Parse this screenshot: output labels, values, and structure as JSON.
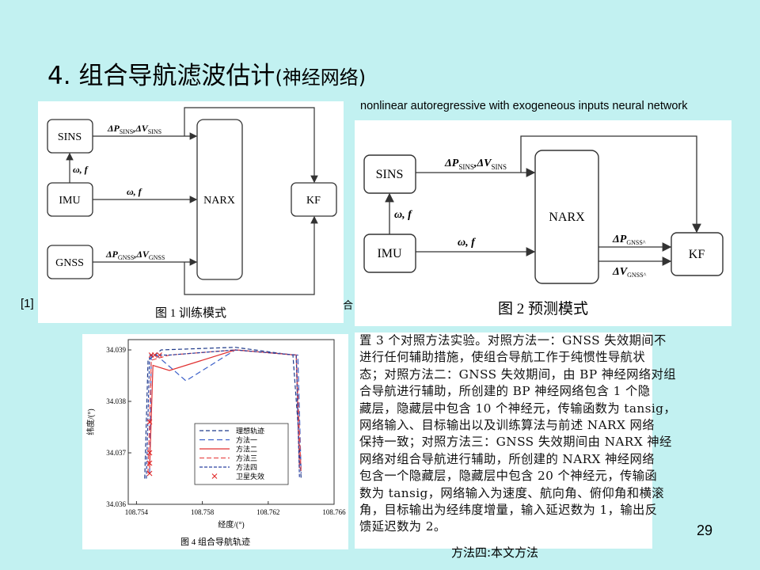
{
  "slide": {
    "title_main": "4. 组合导航滤波估计",
    "title_paren": "(神经网络)",
    "caption_en": "nonlinear autoregressive with exogeneous inputs neural network",
    "ref_label": "[1]",
    "ref_tail": "合",
    "page_number": "29",
    "footnote": "方法四:本文方法"
  },
  "fig1": {
    "caption": "图 1   训练模式",
    "boxes": {
      "sins": "SINS",
      "imu": "IMU",
      "gnss": "GNSS",
      "narx": "NARX",
      "kf": "KF"
    },
    "labels": {
      "sins_out_main": "ΔP",
      "sins_out_sub1": "SINS",
      "sins_out_mid": ",ΔV",
      "sins_out_sub2": "SINS",
      "imu_sins": "ω, f",
      "imu_narx": "ω, f",
      "gnss_out_main": "ΔP",
      "gnss_out_sub1": "GNSS",
      "gnss_out_mid": ",ΔV",
      "gnss_out_sub2": "GNSS"
    }
  },
  "fig2": {
    "caption": "图 2   预测模式",
    "boxes": {
      "sins": "SINS",
      "imu": "IMU",
      "narx": "NARX",
      "kf": "KF"
    },
    "labels": {
      "sins_out_main": "ΔP",
      "sins_out_sub1": "SINS",
      "sins_out_mid": ",ΔV",
      "sins_out_sub2": "SINS",
      "imu_sins": "ω, f",
      "imu_narx": "ω, f",
      "narx_p_main": "ΔP",
      "narx_p_sub": "GNSS^",
      "narx_v_main": "ΔV",
      "narx_v_sub": "GNSS^"
    }
  },
  "fig4": {
    "caption": "图 4   组合导航轨迹",
    "legend": [
      "理想轨迹",
      "方法一",
      "方法二",
      "方法三",
      "方法四",
      "卫星失效"
    ]
  },
  "chart_data": {
    "type": "line",
    "title": "",
    "xlabel": "经度/(°)",
    "ylabel": "纬度/(°)",
    "xlim": [
      108.7535,
      108.766
    ],
    "ylim": [
      34.036,
      34.0392
    ],
    "xticks": [
      "108.754",
      "108.758",
      "108.762",
      "108.766"
    ],
    "yticks": [
      "34.036",
      "34.037",
      "34.038",
      "34.039"
    ],
    "legend_position": "lower-right",
    "series": [
      {
        "name": "理想轨迹",
        "color": "#1f3a8a",
        "dash": "5,3",
        "x": [
          108.7545,
          108.7547,
          108.7555,
          108.76,
          108.7635,
          108.7638,
          108.764
        ],
        "y": [
          34.0365,
          34.0388,
          34.039,
          34.03905,
          34.0389,
          34.0376,
          34.0365
        ]
      },
      {
        "name": "方法一",
        "color": "#3b5fc8",
        "dash": "7,4",
        "x": [
          108.7548,
          108.7549,
          108.7552,
          108.757,
          108.76,
          108.7638,
          108.764
        ],
        "y": [
          34.0366,
          34.0389,
          34.0389,
          34.0384,
          34.039,
          34.0389,
          34.0366
        ]
      },
      {
        "name": "方法二",
        "color": "#e03030",
        "dash": "",
        "x": [
          108.7548,
          108.755,
          108.756,
          108.76,
          108.7637,
          108.7639
        ],
        "y": [
          34.0367,
          34.0387,
          34.0386,
          34.039,
          34.0389,
          34.0367
        ]
      },
      {
        "name": "方法三",
        "color": "#e85050",
        "dash": "6,3",
        "x": [
          108.7547,
          108.7549,
          108.756,
          108.76,
          108.7637,
          108.764
        ],
        "y": [
          34.0366,
          34.0388,
          34.0389,
          34.039,
          34.0389,
          34.0366
        ]
      },
      {
        "name": "方法四",
        "color": "#2a40a0",
        "dash": "4,2",
        "x": [
          108.7546,
          108.7548,
          108.756,
          108.76,
          108.7637,
          108.7639
        ],
        "y": [
          34.0365,
          34.0389,
          34.0389,
          34.039,
          34.0389,
          34.0365
        ]
      },
      {
        "name": "卫星失效",
        "color": "#e02020",
        "marker": "x",
        "x": [
          108.7548,
          108.7548,
          108.7548,
          108.7548,
          108.7549,
          108.7551,
          108.7554
        ],
        "y": [
          34.0366,
          34.0368,
          34.037,
          34.0376,
          34.0389,
          34.0389,
          34.0389
        ]
      }
    ]
  },
  "paragraph": {
    "lines": [
      "置 3 个对照方法实验。对照方法一：GNSS 失效期间不",
      "进行任何辅助措施，使组合导航工作于纯惯性导航状",
      "态；对照方法二：GNSS 失效期间，由 BP 神经网络对组",
      "合导航进行辅助，所创建的 BP 神经网络包含 1 个隐",
      "藏层，隐藏层中包含 10 个神经元，传输函数为 tansig，",
      "网络输入、目标输出以及训练算法与前述 NARX 网络",
      "保持一致；对照方法三：GNSS 失效期间由 NARX 神经",
      "网络对组合导航进行辅助，所创建的 NARX 神经网络",
      "包含一个隐藏层，隐藏层中包含 20 个神经元，传输函",
      "数为 tansig，网络输入为速度、航向角、俯仰角和横滚",
      "角，目标输出为经纬度增量，输入延迟数为 1，输出反",
      "馈延迟数为 2。"
    ]
  }
}
